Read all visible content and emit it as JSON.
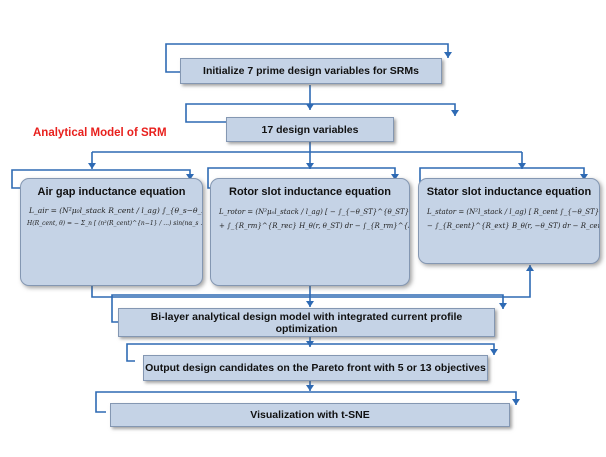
{
  "section_label": "Analytical Model of SRM",
  "steps": {
    "init": "Initialize 7 prime design variables for SRMs",
    "vars": "17 design variables",
    "bilayer": "Bi-layer analytical design model with integrated current profile optimization",
    "output": "Output design candidates on the Pareto front with 5 or 13 objectives",
    "viz": "Visualization with t-SNE"
  },
  "cards": {
    "air_gap": {
      "title": "Air gap inductance equation",
      "eq_main": "L_air = (N²μ₀l_stack R_cent / l_ag) ∫_{θ_s−θ_R}^{θ_s+θ_R} H_r(R_cent, θ) dθ",
      "eq_sub": "H(R_cent, θ) = − Σ_n [ (n²(R_cent)^{n−1} / ...) sin(nα_s ...) ] · cos(nθ)"
    },
    "rotor_slot": {
      "title": "Rotor slot inductance equation",
      "eq_1": "L_rotor = (N²μ₀l_stack / l_ag) [ − ∫_{−θ_ST}^{θ_ST} R_rm H_r(R_rm, θ) dθ",
      "eq_2": "+ ∫_{R_rm}^{R_rec} H_θ(r, θ_ST) dr − ∫_{R_rm}^{R_rec} H_θ(r, −θ_ST) dr ]"
    },
    "stator_slot": {
      "title": "Stator slot inductance equation",
      "eq_1": "L_stator = (N²l_stack / l_ag) [ R_cent ∫_{−θ_ST}^{θ_ST} B_r(R_cent, θ) dθ",
      "eq_2": "− ∫_{R_cent}^{R_ext} B_θ(r, −θ_ST) dr − R_cent ∫_{−θ_ST}^{θ_ST} B_r(R_cent, θ) dθ ]"
    }
  }
}
